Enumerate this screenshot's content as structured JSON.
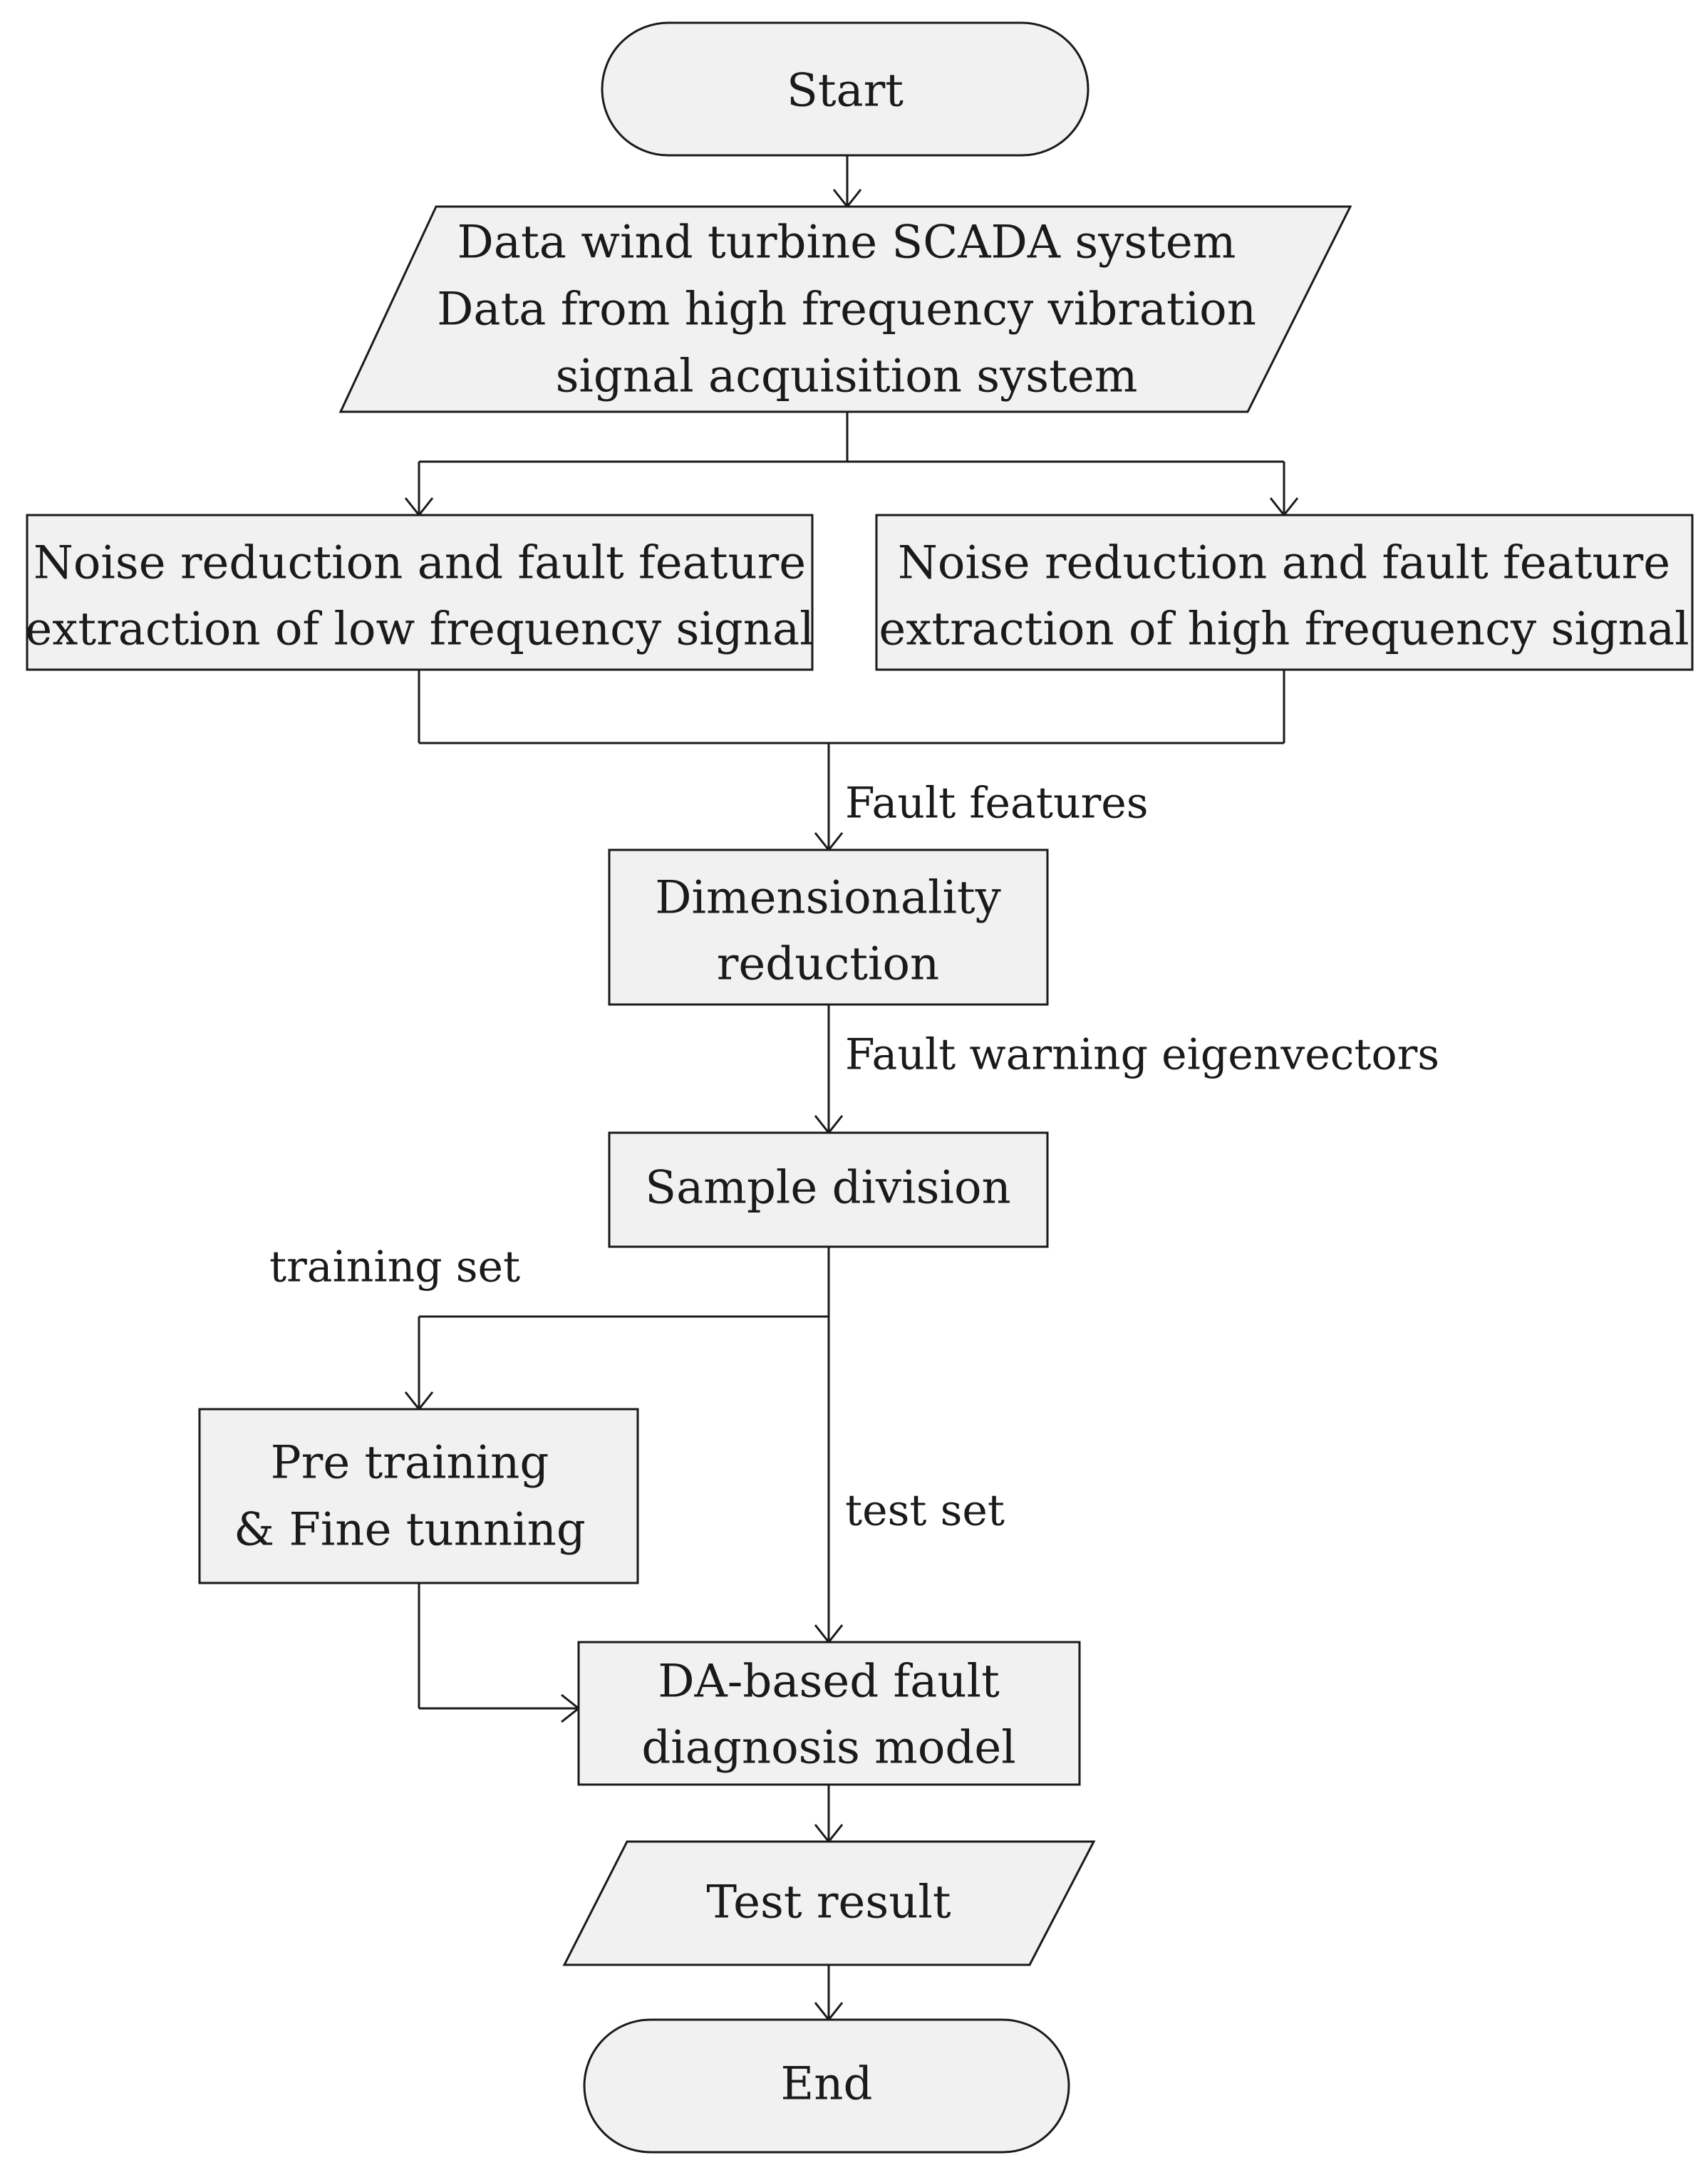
{
  "nodes": {
    "start": {
      "text": "Start",
      "shape": "terminator"
    },
    "data_input": {
      "lines": [
        "Data wind turbine SCADA system",
        "Data from high frequency vibration",
        "signal acquisition system"
      ],
      "shape": "parallelogram"
    },
    "low_freq": {
      "lines": [
        "Noise reduction and fault feature",
        "extraction of low frequency signal"
      ],
      "shape": "process"
    },
    "high_freq": {
      "lines": [
        "Noise reduction and fault feature",
        "extraction of high frequency signal"
      ],
      "shape": "process"
    },
    "dim_reduction": {
      "lines": [
        "Dimensionality",
        "reduction"
      ],
      "shape": "process"
    },
    "sample_division": {
      "text": "Sample division",
      "shape": "process"
    },
    "pretraining": {
      "lines": [
        "Pre training",
        "& Fine tunning"
      ],
      "shape": "process"
    },
    "da_model": {
      "lines": [
        "DA-based fault",
        "diagnosis model"
      ],
      "shape": "process"
    },
    "test_result": {
      "text": "Test result",
      "shape": "parallelogram"
    },
    "end": {
      "text": "End",
      "shape": "terminator"
    }
  },
  "edge_labels": {
    "fault_features": "Fault features",
    "fault_warning": "Fault warning eigenvectors",
    "training_set": "training set",
    "test_set": "test set"
  },
  "colors": {
    "shape_fill": "#f1f1f1",
    "stroke": "#1a1a1a",
    "background": "#ffffff"
  }
}
